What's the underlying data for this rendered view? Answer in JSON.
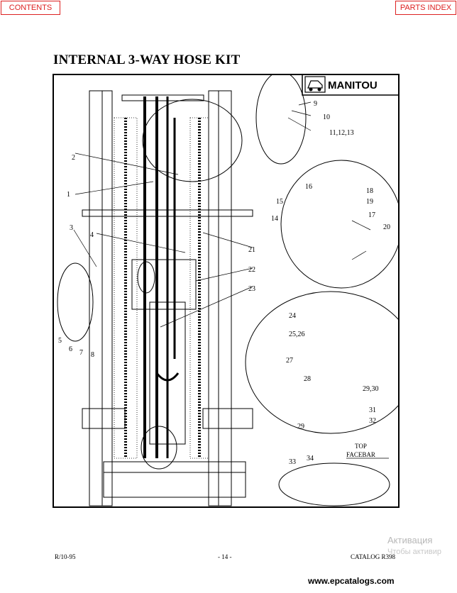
{
  "nav": {
    "contents": "CONTENTS",
    "parts_index": "PARTS INDEX"
  },
  "title": "INTERNAL 3-WAY HOSE KIT",
  "diagram": {
    "brand": "MANITOU",
    "callouts": [
      "1",
      "2",
      "3",
      "4",
      "5",
      "6",
      "7",
      "8",
      "9",
      "10",
      "11,12,13",
      "14",
      "15",
      "16",
      "17",
      "18",
      "19",
      "20",
      "21",
      "22",
      "23",
      "24",
      "25,26",
      "27",
      "28",
      "29",
      "29,30",
      "31",
      "32",
      "33",
      "34"
    ],
    "top_facebar_line1": "TOP",
    "top_facebar_line2": "FACEBAR"
  },
  "footer": {
    "revision": "R/10-95",
    "page": "- 14 -",
    "catalog": "CATALOG R398"
  },
  "watermark": {
    "line1": "Активация",
    "line2": "Чтобы активир"
  },
  "site": "www.epcatalogs.com"
}
